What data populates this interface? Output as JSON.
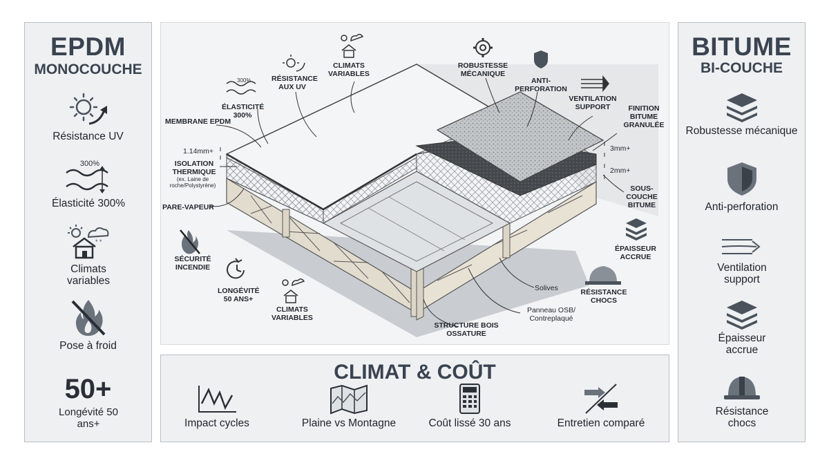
{
  "left_panel": {
    "title": "EPDM",
    "subtitle": "MONOCOUCHE",
    "features": [
      {
        "icon": "sun-uv-icon",
        "label": "Résistance UV"
      },
      {
        "icon": "elasticity-wave-icon",
        "icon_text": "300%",
        "label": "Élasticité 300%"
      },
      {
        "icon": "climate-house-icon",
        "label": "Climats variables"
      },
      {
        "icon": "no-fire-icon",
        "label": "Pose à froid"
      }
    ],
    "longevity_value": "50+",
    "longevity_label": "Longévité 50 ans+"
  },
  "right_panel": {
    "title": "BITUME",
    "subtitle": "BI-COUCHE",
    "features": [
      {
        "icon": "layers-icon",
        "label": "Robustesse mécanique"
      },
      {
        "icon": "shield-icon",
        "label": "Anti-perforation"
      },
      {
        "icon": "airflow-icon",
        "label": "Ventilation support"
      },
      {
        "icon": "layers-thick-icon",
        "label": "Épaisseur accrue"
      },
      {
        "icon": "hard-hat-icon",
        "label": "Résistance chocs"
      }
    ]
  },
  "diagram": {
    "labels": {
      "membrane": "MEMBRANE EPDM",
      "dim_114": "1.14mm+",
      "isolation": "ISOLATION THERMIQUE",
      "isolation_note": "(ex. Laine de roche/Polystyrène)",
      "pare_vapeur": "PARE-VAPEUR",
      "securite": "SÉCURITÉ INCENDIE",
      "longevite": "LONGÉVITÉ 50 ANS+",
      "climats_bottom": "CLIMATS VARIABLES",
      "elasticite": "ÉLASTICITÉ 300%",
      "elasticite_icon_text": "300%",
      "resistance_uv": "RÉSISTANCE AUX UV",
      "climats_top": "CLIMATS VARIABLES",
      "robustesse": "ROBUSTESSE MÉCANIQUE",
      "anti_perforation": "ANTI-PERFORATION",
      "ventilation": "VENTILATION SUPPORT",
      "finition": "FINITION BITUME GRANULÉE",
      "dim_3": "3mm+",
      "dim_2": "2mm+",
      "sous_couche": "SOUS-COUCHE BITUME",
      "epaisseur": "ÉPAISSEUR ACCRUE",
      "resistance_chocs": "RÉSISTANCE CHOCS",
      "solives": "Solives",
      "panneau": "Panneau OSB/ Contreplaqué",
      "structure": "STRUCTURE BOIS OSSATURE"
    }
  },
  "bottom_panel": {
    "title": "CLIMAT & COÛT",
    "items": [
      {
        "icon": "cycle-chart-icon",
        "label": "Impact cycles"
      },
      {
        "icon": "folded-map-icon",
        "label": "Plaine vs Montagne"
      },
      {
        "icon": "calculator-icon",
        "label": "Coût lissé 30 ans"
      },
      {
        "icon": "exchange-arrows-icon",
        "label": "Entretien comparé"
      }
    ]
  },
  "colors": {
    "panel_bg": "#eef0f2",
    "panel_border": "#b9bec4",
    "title_color": "#3a4350",
    "icon_dark": "#4a525c",
    "insulation_fill": "#e6e8ea",
    "granule_fill": "#bfc2c5",
    "dark_bitumen": "#3f4347"
  }
}
